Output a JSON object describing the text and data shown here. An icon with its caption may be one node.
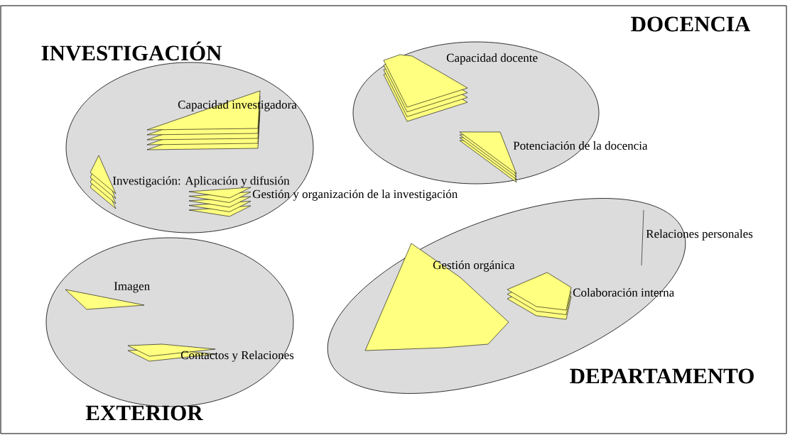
{
  "diagram": {
    "nodes": [
      {
        "text": [
          "INVESTIGACIÓN"
        ]
      },
      {
        "text": [
          "Capacidad investigadora"
        ],
        "in": 0
      },
      {
        "text": [
          "Investigación: Aplicación y difusión"
        ],
        "in": 0
      },
      {
        "text": [
          "Gestión y organización de la investigación"
        ]
      },
      {
        "text": [
          "DOCENCIA"
        ]
      },
      {
        "text": [
          "Capacidad docente"
        ],
        "in": 4
      },
      {
        "text": [
          "Potenciación de la docencia"
        ],
        "in": 4
      },
      {
        "text": [
          "DEPARTAMENTO"
        ]
      },
      {
        "text": [
          "Gestión orgánica"
        ],
        "in": 7
      },
      {
        "text": [
          "Colaboración interna"
        ],
        "in": 7
      },
      {
        "text": [
          "Relaciones personales"
        ]
      },
      {
        "text": [
          "EXTERIOR"
        ]
      },
      {
        "text": [
          "Imagen"
        ],
        "in": 11
      },
      {
        "text": [
          "Contactos y Relaciones"
        ],
        "in": 11
      }
    ]
  }
}
